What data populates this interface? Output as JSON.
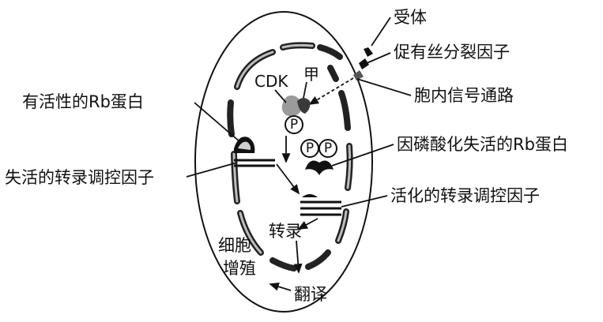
{
  "labels": {
    "receptor": "受体",
    "mitogen": "促有丝分裂因子",
    "signal_pathway": "胞内信号通路",
    "active_rb": "有活性的Rb蛋白",
    "inactive_tf": "失活的转录调控因子",
    "phospho_rb": "因磷酸化失活的Rb蛋白",
    "active_tf": "活化的转录调控因子",
    "cdk": "CDK",
    "jia": "甲",
    "transcription": "转录",
    "translation": "翻译",
    "cell_prolif_1": "细胞",
    "cell_prolif_2": "增殖",
    "p1": "P",
    "p2": "P",
    "p3": "P"
  }
}
